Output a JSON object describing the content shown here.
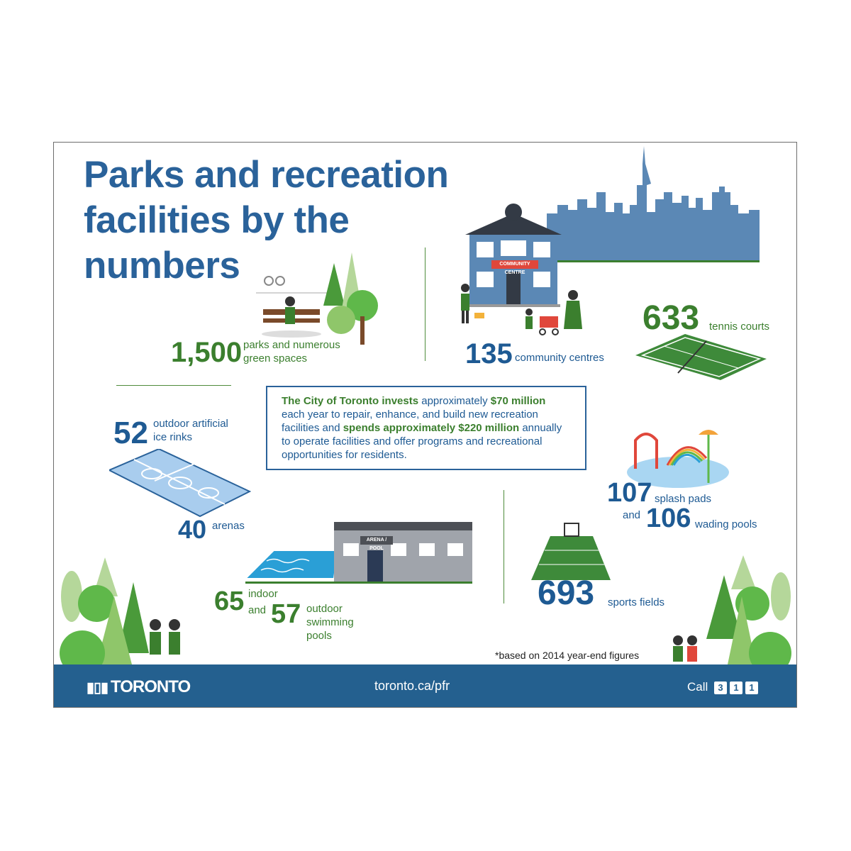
{
  "title": "Parks and recreation facilities by the numbers",
  "stats": {
    "parks": {
      "value": "1,500",
      "label_1": "parks and numerous",
      "label_2": "green spaces"
    },
    "community_centres": {
      "value": "135",
      "label": "community centres"
    },
    "tennis_courts": {
      "value": "633",
      "label": "tennis courts"
    },
    "ice_rinks": {
      "value": "52",
      "label_1": "outdoor artificial",
      "label_2": "ice rinks"
    },
    "arenas": {
      "value": "40",
      "label": "arenas"
    },
    "splash_pads": {
      "value": "107",
      "label": "splash pads"
    },
    "wading_pools": {
      "connector": "and",
      "value": "106",
      "label": "wading pools"
    },
    "indoor_pools": {
      "value": "65",
      "label": "indoor"
    },
    "outdoor_pools": {
      "connector": "and",
      "value": "57",
      "label_1": "outdoor",
      "label_2": "swimming",
      "label_3": "pools"
    },
    "sports_fields": {
      "value": "693",
      "label": "sports fields"
    }
  },
  "info": {
    "part1": "The City of Toronto invests",
    "part2": " approximately ",
    "part3": "$70 million",
    "part4": " each year to repair, enhance, and build new recreation facilities and ",
    "part5": "spends approximately $220 million",
    "part6": " annually to operate facilities and offer programs and recreational opportunities for residents."
  },
  "signs": {
    "community_centre": "COMMUNITY CENTRE",
    "arena_pool": "ARENA / POOL"
  },
  "footnote": "*based on 2014 year-end figures",
  "footer": {
    "logo": "TORONTO",
    "url": "toronto.ca/pfr",
    "call": "Call",
    "keys": [
      "3",
      "1",
      "1"
    ]
  },
  "colors": {
    "blue": "#2a629a",
    "green": "#3b7f2e",
    "footer": "#24608f",
    "skyline": "#5b88b5"
  }
}
